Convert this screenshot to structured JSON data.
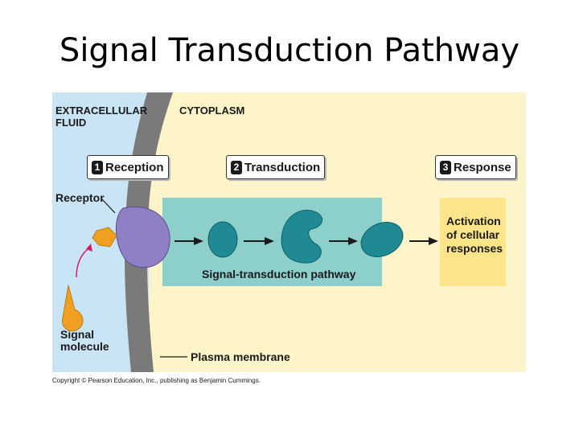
{
  "title": "Signal Transduction Pathway",
  "figure": {
    "region_left": "EXTRACELLULAR\nFLUID",
    "region_right": "CYTOPLASM",
    "steps": [
      {
        "num": "1",
        "label": "Reception"
      },
      {
        "num": "2",
        "label": "Transduction"
      },
      {
        "num": "3",
        "label": "Response"
      }
    ],
    "receptor_label": "Receptor",
    "signal_label": "Signal\nmolecule",
    "pathway_label": "Signal-transduction pathway",
    "response_text": "Activation\nof cellular\nresponses",
    "membrane_label": "Plasma membrane",
    "colors": {
      "extracellular": "#c9e4f5",
      "cytoplasm": "#fdf5c9",
      "membrane": "#7a7a7a",
      "receptor": "#8f7fc4",
      "signal": "#f0a020",
      "relay_protein": "#1f8a94",
      "pathway_box": "#8ccfcb",
      "response_box": "#fbe48a"
    }
  },
  "copyright": "Copyright © Pearson Education, Inc., publishing as Benjamin Cummings."
}
